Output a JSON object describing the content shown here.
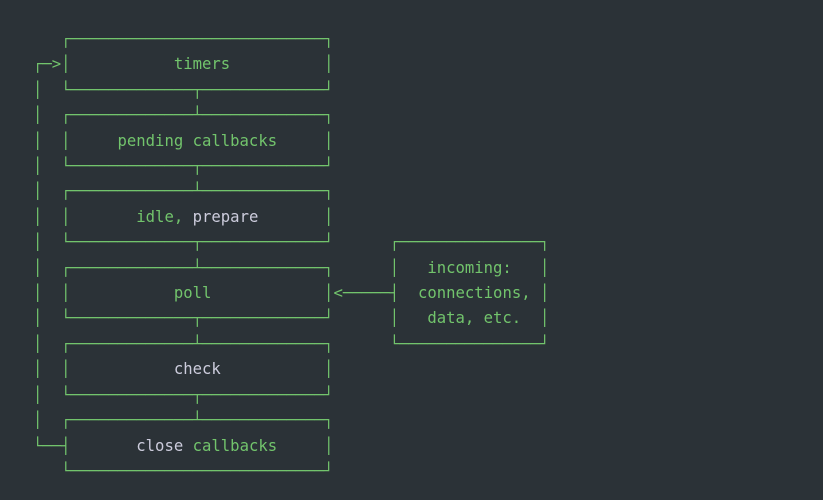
{
  "colors": {
    "background": "#2b3237",
    "green": "#72c46c",
    "light": "#ccccdc"
  },
  "diagram": {
    "phases": [
      "timers",
      "pending callbacks",
      "idle, prepare",
      "poll",
      "check",
      "close callbacks"
    ],
    "side_box_lines": [
      "incoming:",
      "connections,",
      "data, etc."
    ],
    "rows": [
      [
        {
          "t": "   ┌───────────────────────────┐"
        }
      ],
      [
        {
          "t": "┌─>",
          "n": "loop-arrow-head"
        },
        {
          "t": "│           "
        },
        {
          "t": "timers",
          "n": "phase-timers"
        },
        {
          "t": "          │"
        }
      ],
      [
        {
          "t": "│  └─────────────┬─────────────┘",
          "n": "connector-timers-pending"
        }
      ],
      [
        {
          "t": "│  ┌─────────────┴─────────────┐"
        }
      ],
      [
        {
          "t": "│  │     "
        },
        {
          "t": "pending callbacks",
          "n": "phase-pending-callbacks"
        },
        {
          "t": "     │"
        }
      ],
      [
        {
          "t": "│  └─────────────┬─────────────┘",
          "n": "connector-pending-idle"
        }
      ],
      [
        {
          "t": "│  ┌─────────────┴─────────────┐"
        }
      ],
      [
        {
          "t": "│  │       "
        },
        {
          "t": "idle,",
          "n": "phase-idle-prepare-word1"
        },
        {
          "t": " "
        },
        {
          "t": "prepare",
          "c": "light",
          "n": "phase-idle-prepare-word2"
        },
        {
          "t": "       │"
        }
      ],
      [
        {
          "t": "│  └─────────────┬─────────────┘      ┌───────────────┐",
          "n": "connector-idle-poll"
        }
      ],
      [
        {
          "t": "│  ┌─────────────┴─────────────┐      │   "
        },
        {
          "t": "incoming:",
          "n": "incoming-label-line1"
        },
        {
          "t": "   │"
        }
      ],
      [
        {
          "t": "│  │           "
        },
        {
          "t": "poll",
          "n": "phase-poll"
        },
        {
          "t": "            │"
        },
        {
          "t": "<─────┤",
          "n": "arrow-incoming-to-poll"
        },
        {
          "t": "  "
        },
        {
          "t": "connections,",
          "n": "incoming-label-line2"
        },
        {
          "t": " │"
        }
      ],
      [
        {
          "t": "│  └─────────────┬─────────────┘      │   ",
          "n": "connector-poll-check"
        },
        {
          "t": "data, etc.",
          "n": "incoming-label-line3"
        },
        {
          "t": "  │"
        }
      ],
      [
        {
          "t": "│  ┌─────────────┴─────────────┐      └───────────────┘"
        }
      ],
      [
        {
          "t": "│  │           "
        },
        {
          "t": "check",
          "c": "light",
          "n": "phase-check"
        },
        {
          "t": "           │"
        }
      ],
      [
        {
          "t": "│  └─────────────┬─────────────┘",
          "n": "connector-check-close"
        }
      ],
      [
        {
          "t": "│  ┌─────────────┴─────────────┐"
        }
      ],
      [
        {
          "t": "└──┤",
          "n": "loop-arrow-tail"
        },
        {
          "t": "       "
        },
        {
          "t": "close",
          "c": "light",
          "n": "phase-close-callbacks-word1"
        },
        {
          "t": " "
        },
        {
          "t": "callbacks",
          "n": "phase-close-callbacks-word2"
        },
        {
          "t": "     │"
        }
      ],
      [
        {
          "t": "   └───────────────────────────┘"
        }
      ]
    ]
  }
}
